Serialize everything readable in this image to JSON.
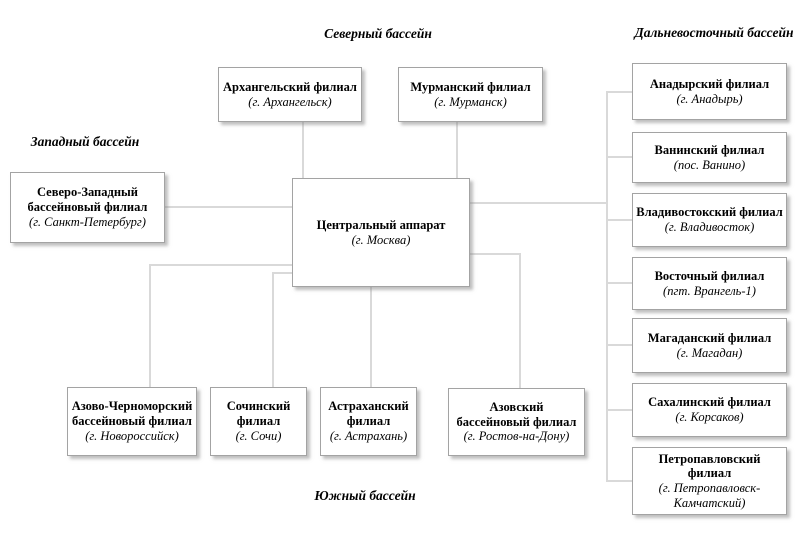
{
  "labels": {
    "north_basin": "Северный бассейн",
    "far_east_basin": "Дальневосточный бассейн",
    "west_basin": "Западный бассейн",
    "south_basin": "Южный бассейн"
  },
  "nodes": {
    "central": {
      "title": "Центральный аппарат",
      "location": "(г. Москва)"
    },
    "arkhangelsk": {
      "title": "Архангельский филиал",
      "location": "(г. Архангельск)"
    },
    "murmansk": {
      "title": "Мурманский филиал",
      "location": "(г. Мурманск)"
    },
    "northwest": {
      "title": "Северо-Западный бассейновый филиал",
      "location": "(г. Санкт-Петербург)"
    },
    "azovo_chernomorsky": {
      "title": "Азово-Черноморский бассейновый филиал",
      "location": "(г. Новороссийск)"
    },
    "sochi": {
      "title": "Сочинский филиал",
      "location": "(г. Сочи)"
    },
    "astrakhan": {
      "title": "Астраханский филиал",
      "location": "(г. Астрахань)"
    },
    "azov": {
      "title": "Азовский бассейновый филиал",
      "location": "(г. Ростов-на-Дону)"
    },
    "anadyr": {
      "title": "Анадырский филиал",
      "location": "(г. Анадырь)"
    },
    "vanino": {
      "title": "Ванинский филиал",
      "location": "(пос. Ванино)"
    },
    "vladivostok": {
      "title": "Владивостокский филиал",
      "location": "(г. Владивосток)"
    },
    "vostochny": {
      "title": "Восточный филиал",
      "location": "(пгт. Врангель-1)"
    },
    "magadan": {
      "title": "Магаданский филиал",
      "location": "(г. Магадан)"
    },
    "sakhalin": {
      "title": "Сахалинский филиал",
      "location": "(г. Корсаков)"
    },
    "petropavlovsk": {
      "title": "Петропавловский филиал",
      "location": "(г. Петропавловск-Камчатский)"
    }
  },
  "colors": {
    "background": "#ffffff",
    "box_border": "#a3a3a3",
    "connector": "#d9d9d9",
    "text": "#000000"
  }
}
